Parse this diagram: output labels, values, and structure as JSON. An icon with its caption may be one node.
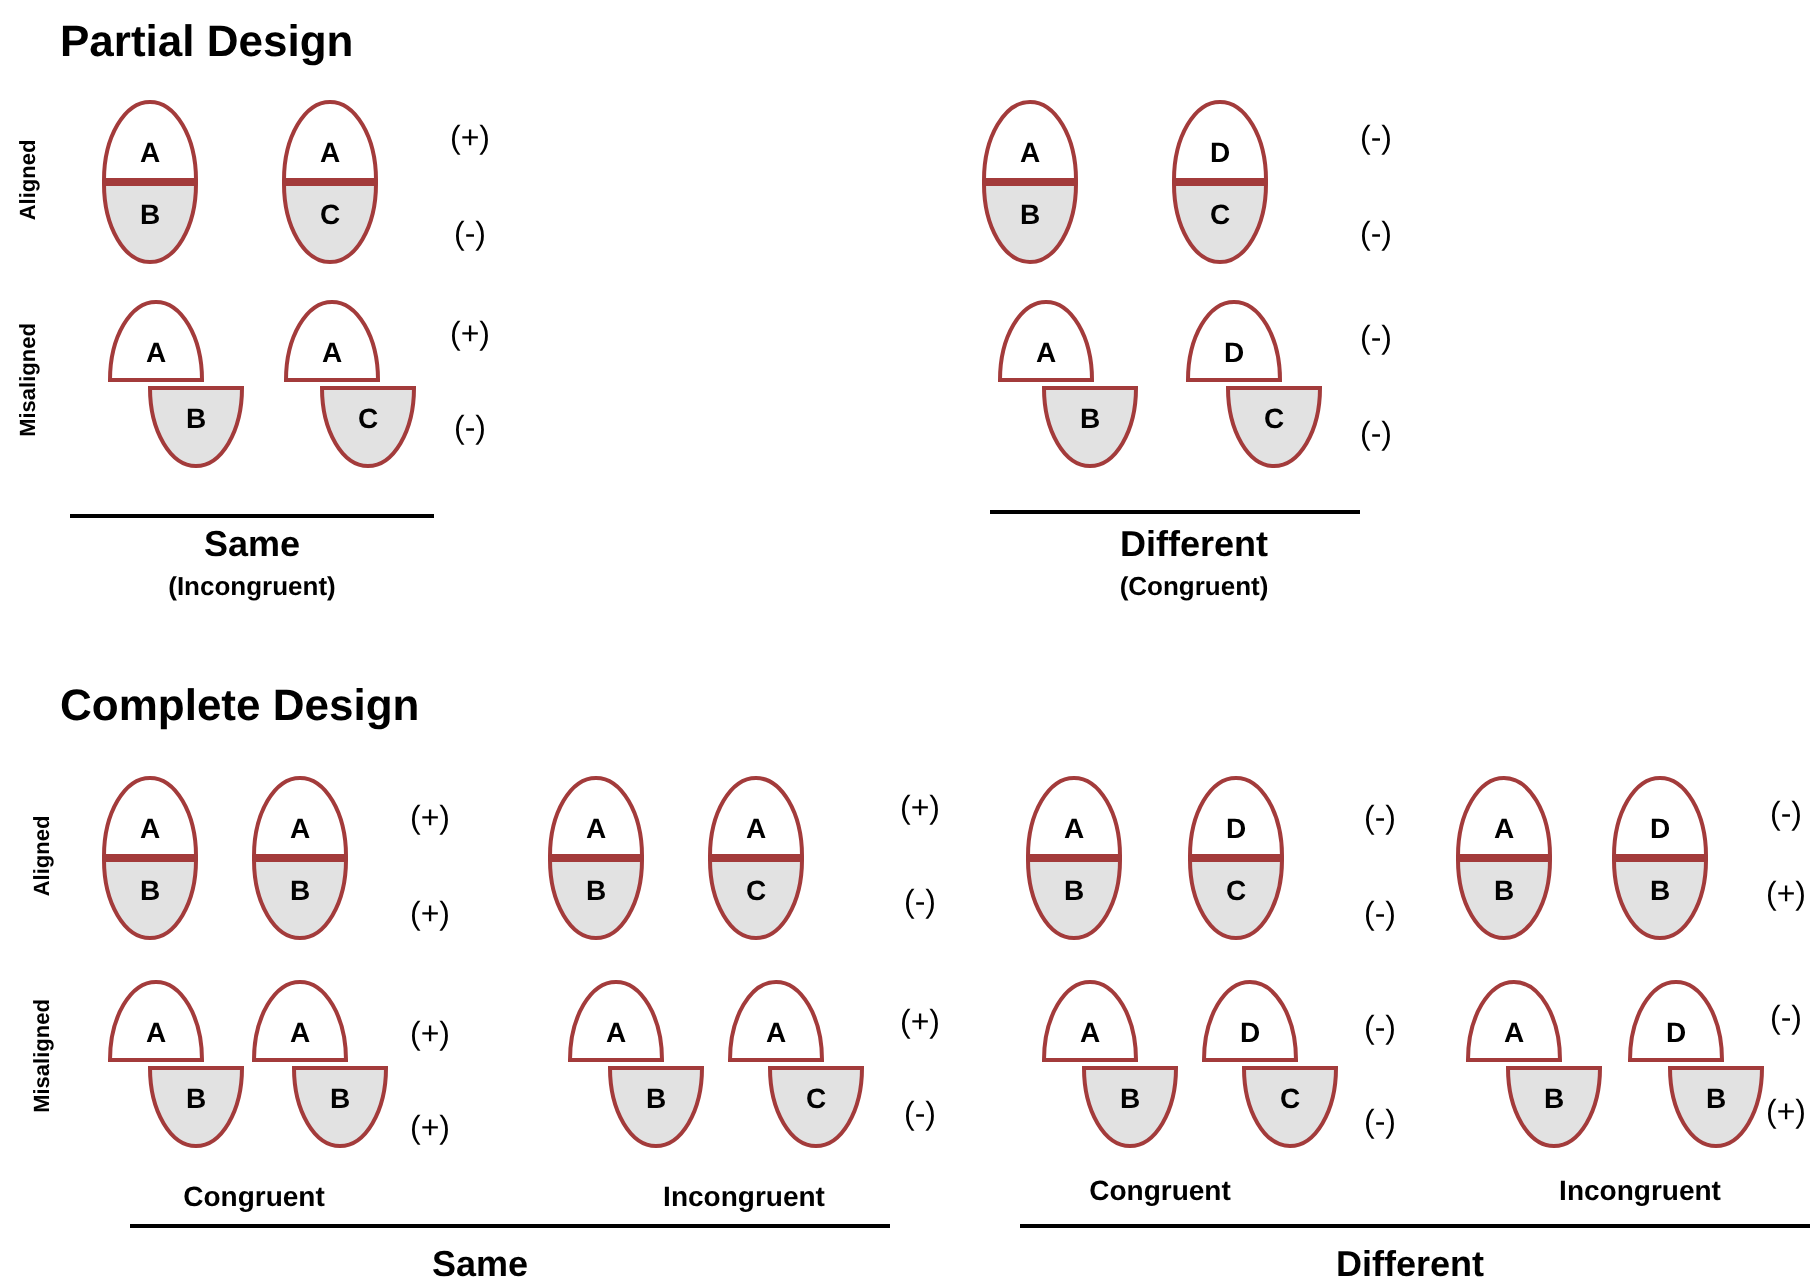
{
  "diagram": {
    "nodes": [
      {
        "text": [
          "A"
        ]
      },
      {
        "text": [
          "B"
        ]
      },
      {
        "text": [
          "A"
        ]
      },
      {
        "text": [
          "C"
        ]
      },
      {
        "text": [
          "A"
        ]
      },
      {
        "text": [
          "B"
        ]
      },
      {
        "text": [
          "D"
        ]
      },
      {
        "text": [
          "C"
        ]
      },
      {
        "text": [
          "A"
        ]
      },
      {
        "text": [
          "B"
        ]
      },
      {
        "text": [
          "A"
        ]
      },
      {
        "text": [
          "C"
        ]
      },
      {
        "text": [
          "A"
        ]
      },
      {
        "text": [
          "B"
        ]
      },
      {
        "text": [
          "D"
        ]
      },
      {
        "text": [
          "C"
        ]
      },
      {
        "text": [
          "A"
        ]
      },
      {
        "text": [
          "B"
        ]
      },
      {
        "text": [
          "A"
        ]
      },
      {
        "text": [
          "B"
        ]
      },
      {
        "text": [
          "A"
        ]
      },
      {
        "text": [
          "B"
        ]
      },
      {
        "text": [
          "A"
        ]
      },
      {
        "text": [
          "C"
        ]
      },
      {
        "text": [
          "A"
        ]
      },
      {
        "text": [
          "B"
        ]
      },
      {
        "text": [
          "D"
        ]
      },
      {
        "text": [
          "C"
        ]
      },
      {
        "text": [
          "A"
        ]
      },
      {
        "text": [
          "B"
        ]
      },
      {
        "text": [
          "D"
        ]
      },
      {
        "text": [
          "B"
        ]
      },
      {
        "text": [
          "A"
        ]
      },
      {
        "text": [
          "B"
        ]
      },
      {
        "text": [
          "A"
        ]
      },
      {
        "text": [
          "B"
        ]
      },
      {
        "text": [
          "A"
        ]
      },
      {
        "text": [
          "B"
        ]
      },
      {
        "text": [
          "A"
        ]
      },
      {
        "text": [
          "C"
        ]
      },
      {
        "text": [
          "A"
        ]
      },
      {
        "text": [
          "B"
        ]
      },
      {
        "text": [
          "D"
        ]
      },
      {
        "text": [
          "C"
        ]
      },
      {
        "text": [
          "A"
        ]
      },
      {
        "text": [
          "B"
        ]
      },
      {
        "text": [
          "D"
        ]
      },
      {
        "text": [
          "B"
        ]
      }
    ],
    "edges": [],
    "labels": [
      "Partial Design",
      "Aligned",
      "(+)",
      "(-)",
      "(-)",
      "(-)",
      "Misaligned",
      "(+)",
      "(-)",
      "(-)",
      "(-)",
      "Same",
      "(Incongruent)",
      "Different",
      "(Congruent)",
      "Complete Design",
      "Aligned",
      "(+)",
      "(+)",
      "(+)",
      "(-)",
      "(-)",
      "(-)",
      "(-)",
      "(+)",
      "Misaligned",
      "(+)",
      "(+)",
      "(+)",
      "(-)",
      "(-)",
      "(-)",
      "(-)",
      "(+)",
      "Congruent",
      "Incongruent",
      "Congruent",
      "Incongruent",
      "Same",
      "Different"
    ]
  }
}
